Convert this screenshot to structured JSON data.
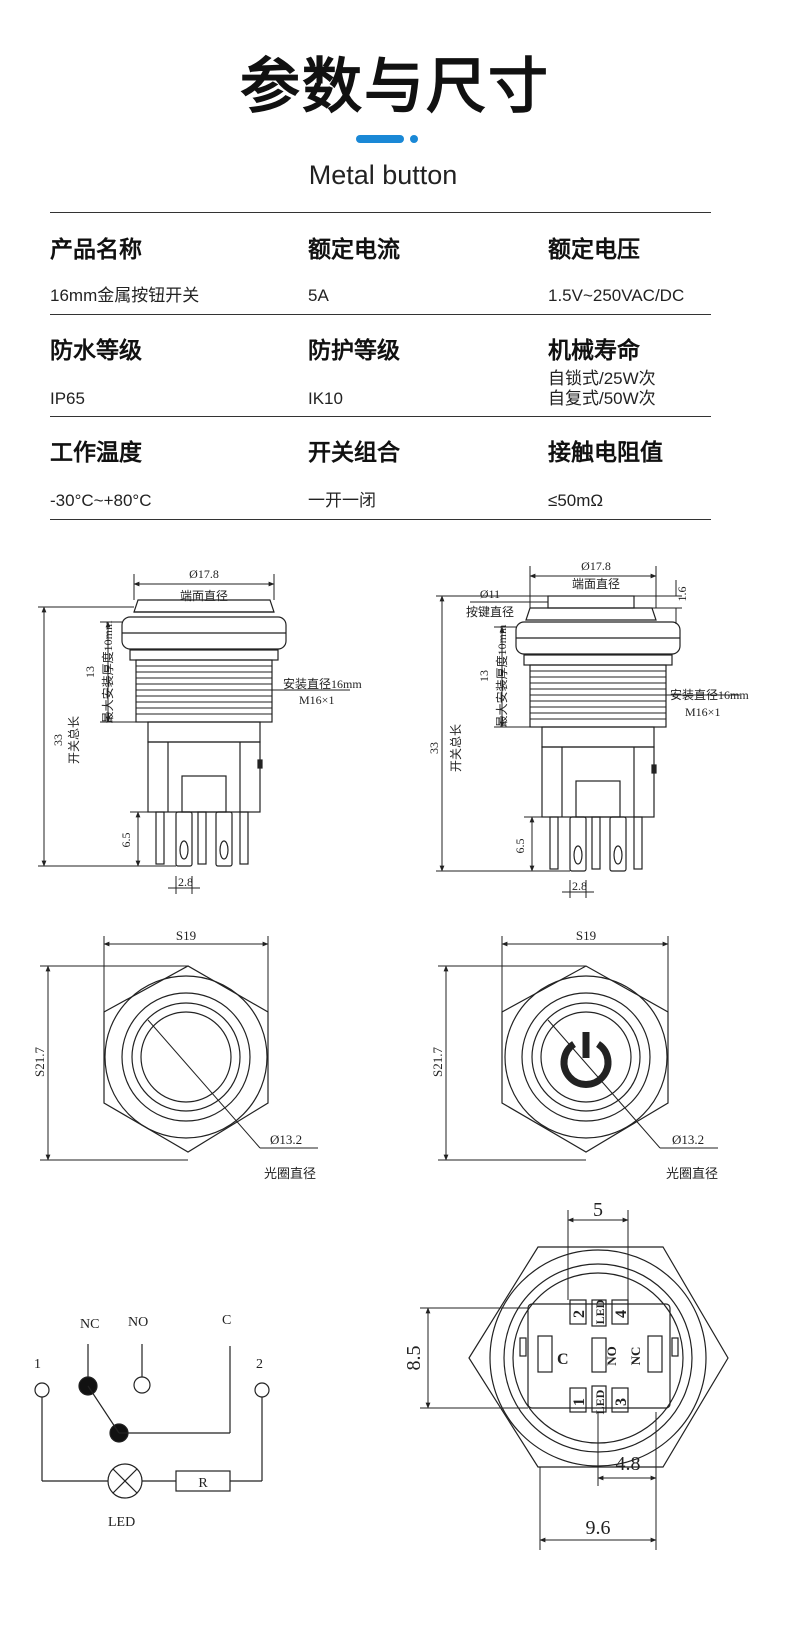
{
  "header": {
    "title": "参数与尺寸",
    "subtitle": "Metal button",
    "accent_color": "#1a88d6"
  },
  "specs": [
    [
      {
        "label": "产品名称",
        "value": [
          "16mm金属按钮开关"
        ]
      },
      {
        "label": "额定电流",
        "value": [
          "5A"
        ]
      },
      {
        "label": "额定电压",
        "value": [
          "1.5V~250VAC/DC"
        ]
      }
    ],
    [
      {
        "label": "防水等级",
        "value": [
          "IP65"
        ]
      },
      {
        "label": "防护等级",
        "value": [
          "IK10"
        ]
      },
      {
        "label": "机械寿命",
        "value": [
          "自锁式/25W次",
          "自复式/50W次"
        ]
      }
    ],
    [
      {
        "label": "工作温度",
        "value": [
          "-30°C~+80°C"
        ]
      },
      {
        "label": "开关组合",
        "value": [
          "一开一闭"
        ]
      },
      {
        "label": "接触电阻值",
        "value": [
          "≤50mΩ"
        ]
      }
    ]
  ],
  "drawings": {
    "side_left": {
      "top_diameter": "Ø17.8",
      "top_diameter_label": "端面直径",
      "thread_dim": "13",
      "thread_label": "最大安装厚度10mm",
      "mount_label": "安装直径16mm",
      "thread_spec": "M16×1",
      "total_dim": "33",
      "total_label": "开关总长",
      "pin_len": "6.5",
      "pin_pitch": "2.8"
    },
    "side_right": {
      "top_diameter": "Ø17.8",
      "top_diameter_label": "端面直径",
      "button_diameter": "Ø11",
      "button_label": "按键直径",
      "button_height": "1.6",
      "thread_dim": "13",
      "thread_label": "最大安装厚度10mm",
      "mount_label": "安装直径16mm",
      "thread_spec": "M16×1",
      "total_dim": "33",
      "total_label": "开关总长",
      "pin_len": "6.5",
      "pin_pitch": "2.8"
    },
    "front_left": {
      "across_flats": "S19",
      "across_corners": "S21.7",
      "ring_diameter": "Ø13.2",
      "ring_label": "光圈直径"
    },
    "front_right": {
      "across_flats": "S19",
      "across_corners": "S21.7",
      "ring_diameter": "Ø13.2",
      "ring_label": "光圈直径"
    },
    "wiring": {
      "nc": "NC",
      "no": "NO",
      "c": "C",
      "t1": "1",
      "t2": "2",
      "resistor": "R",
      "led": "LED"
    },
    "rear": {
      "dim_top": "5",
      "dim_left": "8.5",
      "dim_b1": "4.8",
      "dim_b2": "9.6",
      "pin_labels": [
        "2",
        "LED",
        "4",
        "C",
        "NO",
        "NC",
        "1",
        "LED",
        "3"
      ]
    }
  }
}
